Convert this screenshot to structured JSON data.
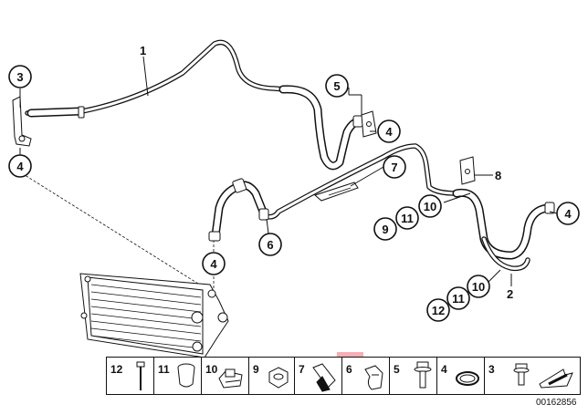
{
  "callouts": {
    "c3": "3",
    "c4_left": "4",
    "c5": "5",
    "c4_mid": "4",
    "c7": "7",
    "c10_mid": "10",
    "c11_mid": "11",
    "c9": "9",
    "c6": "6",
    "c4_lower": "4",
    "c4_right": "4",
    "c10_low": "10",
    "c11_low": "11",
    "c12": "12"
  },
  "labels": {
    "l1": "1",
    "l2": "2",
    "l8": "8"
  },
  "legend": {
    "items": [
      {
        "num": "12",
        "icon": "long-bolt-icon"
      },
      {
        "num": "11",
        "icon": "sleeve-icon"
      },
      {
        "num": "10",
        "icon": "hose-clamp-icon"
      },
      {
        "num": "9",
        "icon": "hex-nut-icon"
      },
      {
        "num": "7",
        "icon": "bracket-clip-icon"
      },
      {
        "num": "6",
        "icon": "retaining-clip-icon"
      },
      {
        "num": "5",
        "icon": "flange-bolt-icon"
      },
      {
        "num": "4",
        "icon": "o-ring-icon"
      },
      {
        "num": "3",
        "icon": "short-bolt-icon"
      }
    ],
    "highlighted": "6"
  },
  "reference_number": "00162856",
  "colors": {
    "line": "#111111",
    "highlight": "#f07882"
  }
}
